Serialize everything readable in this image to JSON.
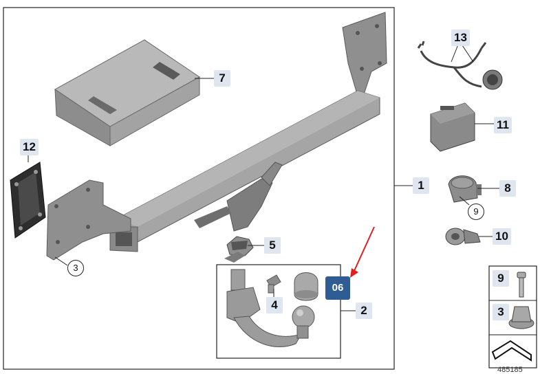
{
  "callouts": {
    "c1": "1",
    "c2": "2",
    "c4": "4",
    "c5": "5",
    "c7": "7",
    "c8": "8",
    "c10": "10",
    "c11": "11",
    "c12": "12",
    "c13": "13",
    "highlight": "06",
    "legend9": "9",
    "legend3": "3"
  },
  "circled": {
    "a": "3",
    "b": "9"
  },
  "footer": {
    "code": "485185"
  },
  "colors": {
    "part": "#9a9a9a",
    "callout_bg": "#dfe6ef",
    "highlight_bg": "#2f5c93",
    "arrow": "#e02020"
  }
}
